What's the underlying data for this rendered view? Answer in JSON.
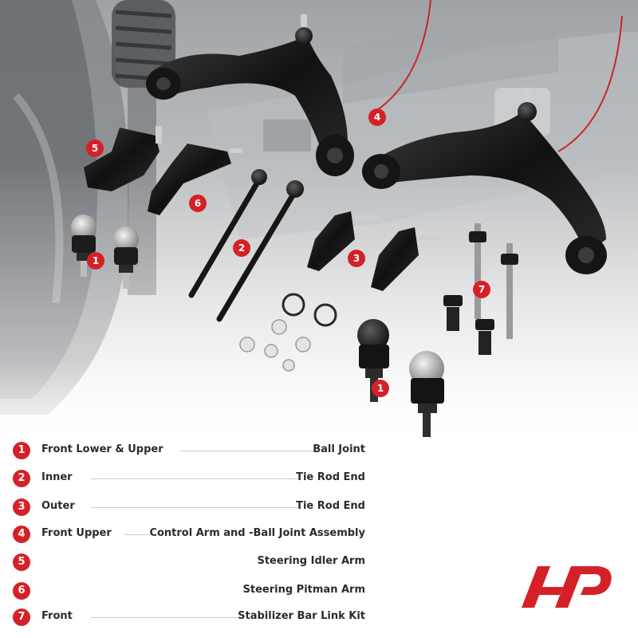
{
  "legend": [
    {
      "num": "1",
      "left": "Front Lower  & Upper",
      "right": "Ball Joint"
    },
    {
      "num": "2",
      "left": "Inner",
      "right": "Tie Rod End"
    },
    {
      "num": "3",
      "left": "Outer",
      "right": "Tie Rod End"
    },
    {
      "num": "4",
      "left": "Front Upper",
      "right": "Control Arm and -Ball Joint Assembly"
    },
    {
      "num": "5",
      "left": "",
      "right": "Steering Idler Arm"
    },
    {
      "num": "6",
      "left": "",
      "right": "Steering Pitman Arm"
    },
    {
      "num": "7",
      "left": "Front",
      "right": "Stabilizer Bar Link Kit"
    }
  ],
  "callouts": [
    "5",
    "6",
    "1",
    "2",
    "3",
    "4",
    "7",
    "1"
  ],
  "colors": {
    "accent": "#d62027",
    "text": "#2b2b2b",
    "line": "#cccccc"
  }
}
